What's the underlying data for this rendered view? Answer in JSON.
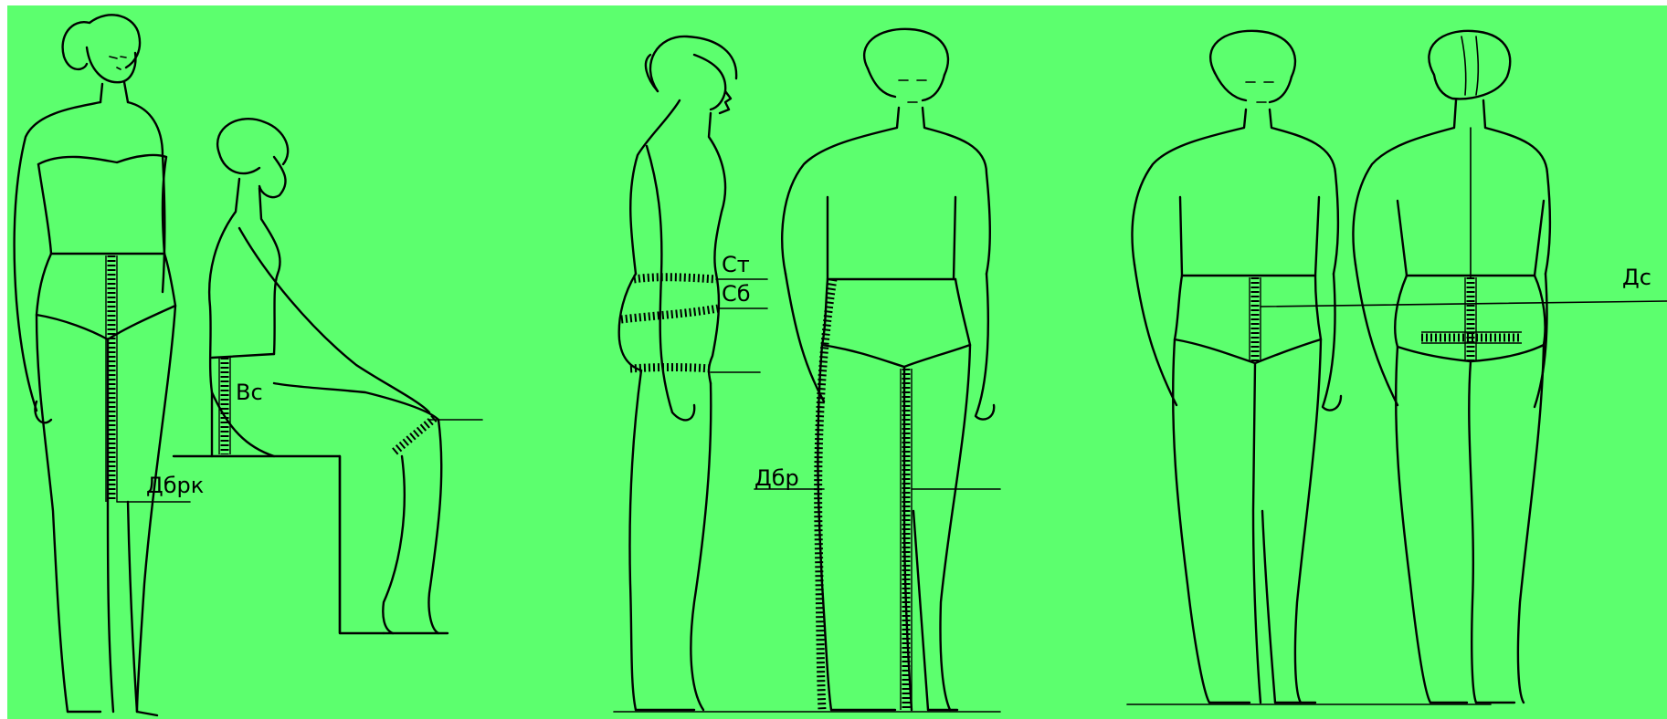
{
  "colors": {
    "background": "#5cff6e",
    "ink": "#000000"
  },
  "labels": {
    "dbrk": "Дбрк",
    "vs": "Вс",
    "st": "Ст",
    "sb": "Сб",
    "dbr": "Дбр",
    "ds": "Дс"
  }
}
